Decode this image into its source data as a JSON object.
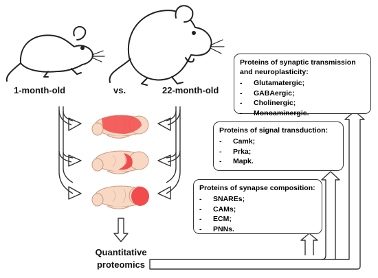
{
  "labels": {
    "young": "1-month-old",
    "versus": "vs.",
    "old": "22-month-old",
    "output_line1": "Quantitative",
    "output_line2": "proteomics"
  },
  "boxes": [
    {
      "title_lines": [
        "Proteins of synaptic transmission",
        "and neuroplasticity:"
      ],
      "items": [
        "Glutamatergic;",
        "GABAergic;",
        "Cholinergic;",
        "Monoaminergic."
      ]
    },
    {
      "title_lines": [
        "Proteins of signal transduction:"
      ],
      "items": [
        "Camk;",
        "Prka;",
        "Mapk."
      ]
    },
    {
      "title_lines": [
        "Proteins of synapse composition:"
      ],
      "items": [
        "SNAREs;",
        "CAMs;",
        "ECM;",
        "PNNs."
      ]
    }
  ],
  "bullet": "-",
  "colors": {
    "brain_fill": "#f8d8c3",
    "highlight": "#f24b4b",
    "outline": "#333333"
  }
}
